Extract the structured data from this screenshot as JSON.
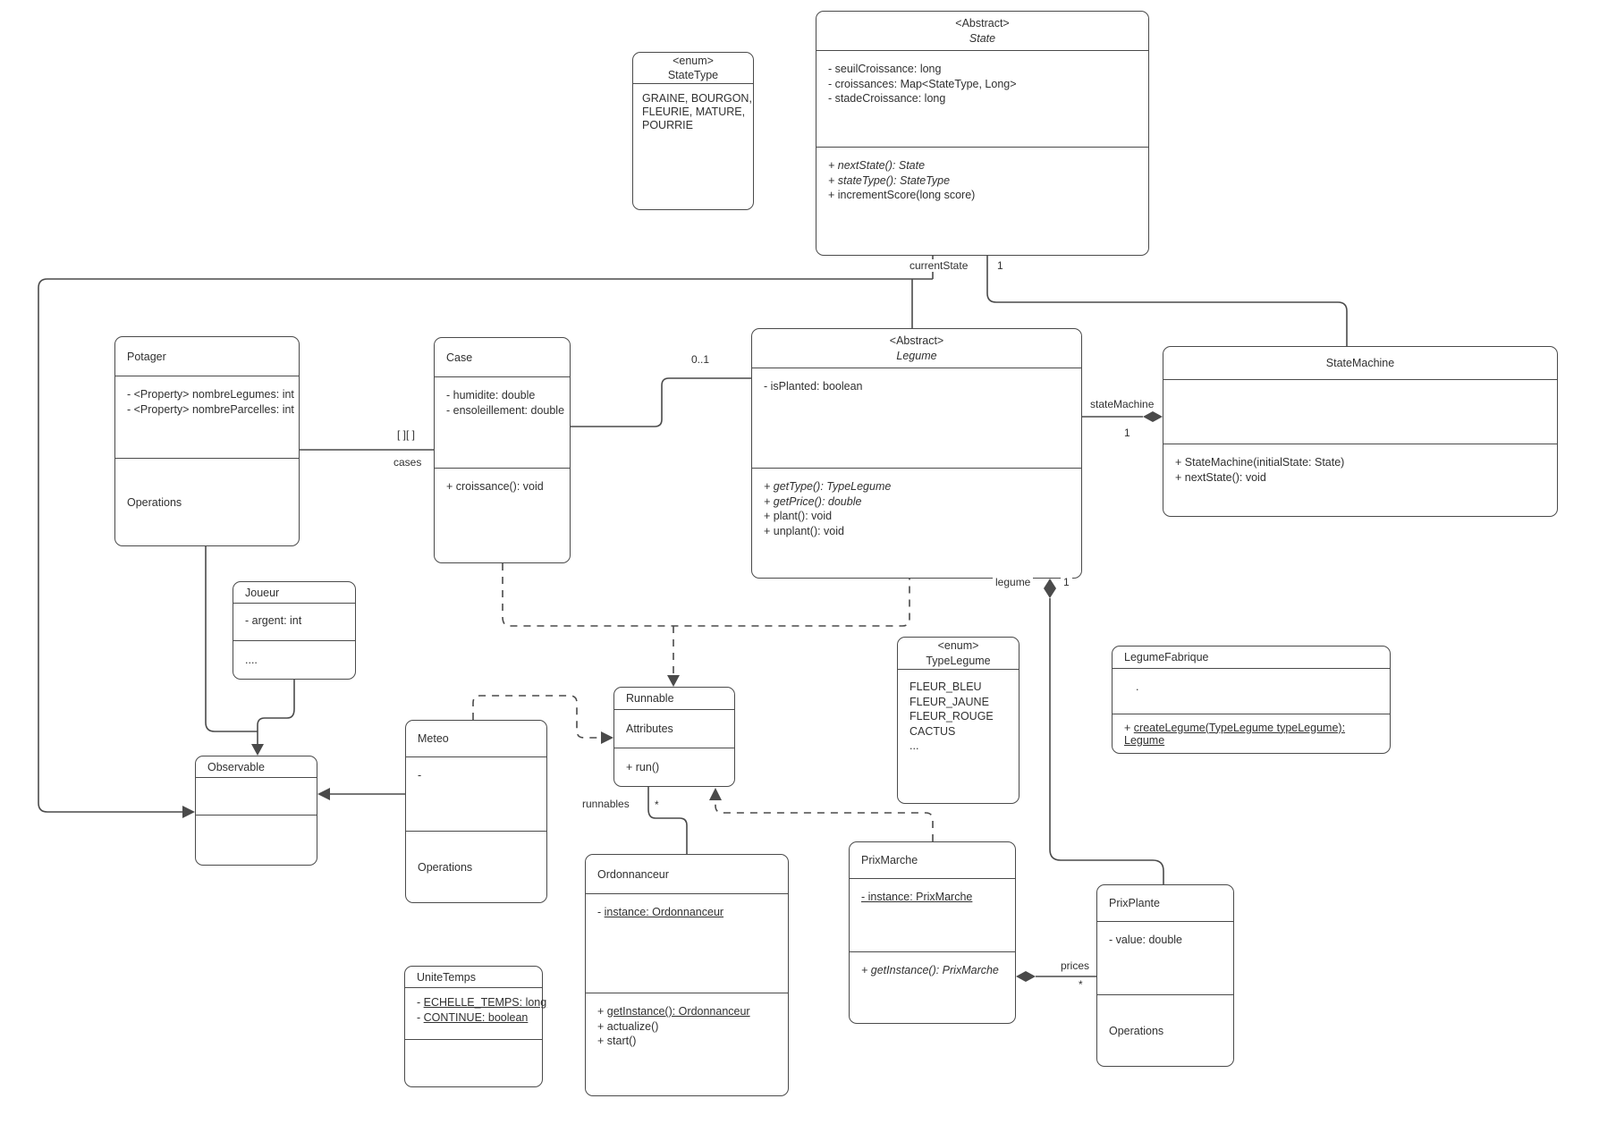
{
  "colors": {
    "stroke": "#4a4a4a",
    "text": "#303030",
    "canvas": "#ffffff"
  },
  "classes": {
    "state_type": {
      "stereotype": "<enum>",
      "name": "StateType",
      "items": [
        "GRAINE, BOURGON,",
        "FLEURIE, MATURE,",
        "POURRIE"
      ]
    },
    "state": {
      "stereotype": "<Abstract>",
      "name": "State",
      "attrs": [
        "- seuilCroissance: long",
        "- croissances: Map<StateType, Long>",
        "- stadeCroissance: long"
      ],
      "methods": [
        "+ nextState(): State",
        "+ stateType(): StateType",
        "+ incrementScore(long score)"
      ]
    },
    "potager": {
      "name": "Potager",
      "attrs": [
        "- <Property> nombreLegumes: int",
        "- <Property> nombreParcelles: int"
      ],
      "ops": "Operations"
    },
    "case": {
      "name": "Case",
      "attrs": [
        "- humidite: double",
        "- ensoleillement: double"
      ],
      "methods": [
        "+ croissance(): void"
      ]
    },
    "legume": {
      "stereotype": "<Abstract>",
      "name": "Legume",
      "attrs": [
        "- isPlanted: boolean"
      ],
      "methods": [
        "+ getType(): TypeLegume",
        "+ getPrice(): double",
        "+ plant(): void",
        "+ unplant(): void"
      ]
    },
    "state_machine": {
      "name": "StateMachine",
      "methods": [
        "+ StateMachine(initialState: State)",
        "+ nextState(): void"
      ]
    },
    "joueur": {
      "name": "Joueur",
      "attrs": [
        "- argent: int"
      ],
      "methods": [
        "...."
      ]
    },
    "observable": {
      "name": "Observable"
    },
    "meteo": {
      "name": "Meteo",
      "attrs": [
        "-"
      ],
      "ops": "Operations"
    },
    "unite_temps": {
      "name": "UniteTemps",
      "attrs": [
        {
          "pre": "- ",
          "text": "ECHELLE_TEMPS: long"
        },
        {
          "pre": "- ",
          "text": "CONTINUE: boolean"
        }
      ]
    },
    "runnable": {
      "name": "Runnable",
      "attrs": [
        "Attributes"
      ],
      "methods": [
        "+ run()"
      ]
    },
    "type_legume": {
      "stereotype": "<enum>",
      "name": "TypeLegume",
      "items": [
        "FLEUR_BLEU",
        "FLEUR_JAUNE",
        "FLEUR_ROUGE",
        "CACTUS",
        "..."
      ]
    },
    "legume_fabrique": {
      "name": "LegumeFabrique",
      "attrs": [
        "."
      ],
      "methods": [
        {
          "pre": "+ ",
          "text": "createLegume(TypeLegume typeLegume): Legume"
        }
      ]
    },
    "ordonnanceur": {
      "name": "Ordonnanceur",
      "attrs": [
        {
          "pre": "- ",
          "text": "instance: Ordonnanceur"
        }
      ],
      "methods": [
        {
          "pre": "+ ",
          "text": "getInstance(): Ordonnanceur"
        },
        "+ actualize()",
        "+ start()"
      ]
    },
    "prix_marche": {
      "name": "PrixMarche",
      "attrs": [
        {
          "pre": "",
          "text": "- instance: PrixMarche"
        }
      ],
      "methods": [
        "+ getInstance(): PrixMarche"
      ]
    },
    "prix_plante": {
      "name": "PrixPlante",
      "attrs": [
        "- value: double"
      ],
      "ops": "Operations"
    }
  },
  "edge_labels": {
    "current_state": "currentState",
    "current_state_mult": "1",
    "state_machine_label": "stateMachine",
    "state_machine_mult": "1",
    "legume_label": "legume",
    "legume_mult": "1",
    "cases_array": "[ ][ ]",
    "cases_label": "cases",
    "case_legume_mult": "0..1",
    "runnables_label": "runnables",
    "runnables_mult": "*",
    "prices_label": "prices",
    "prices_mult": "*"
  }
}
